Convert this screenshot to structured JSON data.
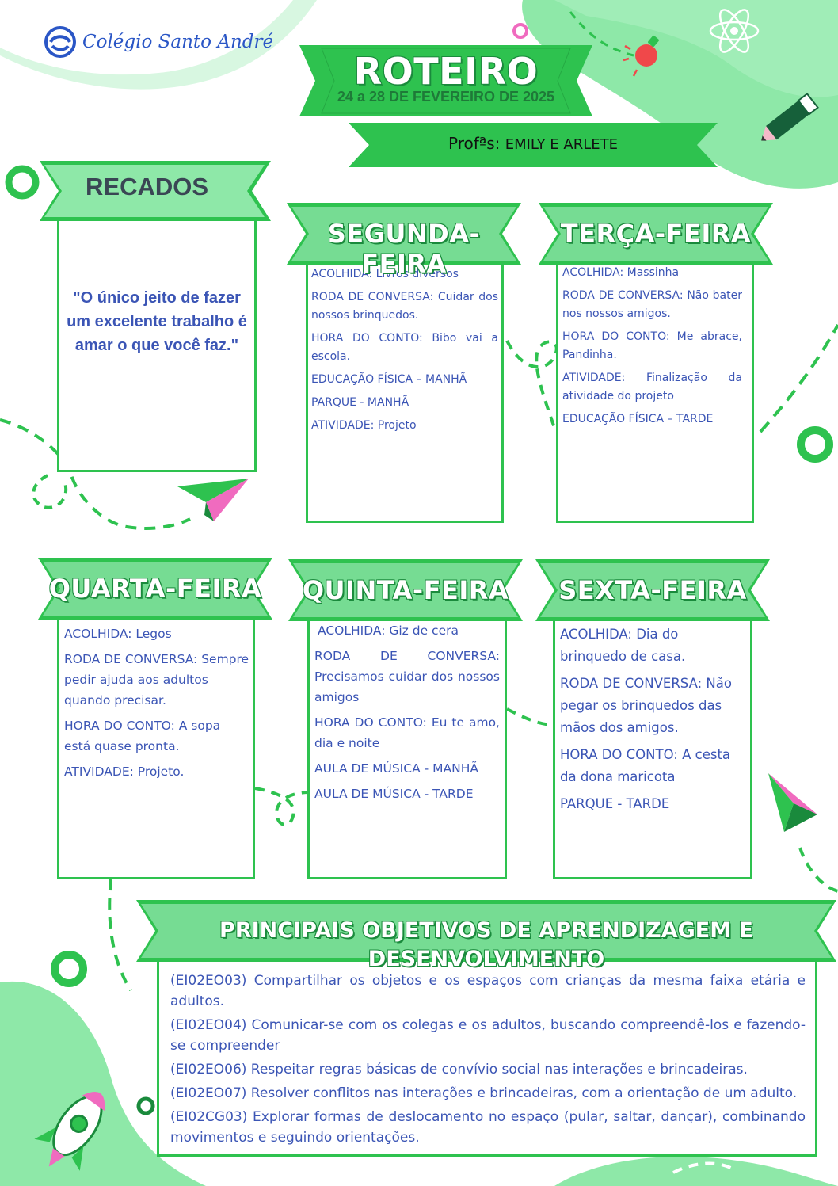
{
  "header": {
    "school_name": "Colégio Santo André",
    "title": "ROTEIRO",
    "date_range": "24 a 28 DE FEVEREIRO DE 2025",
    "teachers_prefix": "Profªs:",
    "teachers_names": "EMILY E ARLETE"
  },
  "recados": {
    "title": "RECADOS",
    "quote": "\"O único jeito de fazer um excelente trabalho é amar o que você faz.\""
  },
  "days": {
    "segunda": {
      "title": "SEGUNDA-FEIRA",
      "items": [
        "ACOLHIDA: Livros diversos",
        "RODA DE CONVERSA: Cuidar dos nossos brinquedos.",
        "HORA DO CONTO: Bibo vai a escola.",
        "EDUCAÇÃO FÍSICA – MANHÃ",
        "PARQUE - MANHÃ",
        "ATIVIDADE: Projeto"
      ]
    },
    "terca": {
      "title": "TERÇA-FEIRA",
      "items": [
        "ACOLHIDA: Massinha",
        "RODA DE CONVERSA: Não bater nos nossos amigos.",
        "HORA DO CONTO: Me abrace, Pandinha.",
        "ATIVIDADE: Finalização da atividade do projeto",
        "EDUCAÇÃO FÍSICA – TARDE"
      ]
    },
    "quarta": {
      "title": "QUARTA-FEIRA",
      "items": [
        "ACOLHIDA: Legos",
        "RODA DE CONVERSA: Sempre pedir ajuda aos adultos quando precisar.",
        "HORA DO CONTO: A sopa está quase pronta.",
        "ATIVIDADE: Projeto."
      ]
    },
    "quinta": {
      "title": "QUINTA-FEIRA",
      "items": [
        "ACOLHIDA: Giz de cera",
        "RODA DE CONVERSA: Precisamos cuidar dos nossos amigos",
        "HORA DO CONTO: Eu te amo, dia e noite",
        "AULA DE MÚSICA - MANHÃ",
        "AULA DE MÚSICA - TARDE"
      ]
    },
    "sexta": {
      "title": "SEXTA-FEIRA",
      "items": [
        "ACOLHIDA: Dia do brinquedo de casa.",
        "RODA DE CONVERSA: Não pegar os brinquedos das mãos dos amigos.",
        "HORA DO CONTO: A cesta da dona maricota",
        "PARQUE - TARDE"
      ]
    }
  },
  "objectives": {
    "title": "PRINCIPAIS OBJETIVOS DE APRENDIZAGEM E DESENVOLVIMENTO",
    "items": [
      "(EI02EO03) Compartilhar os objetos e os espaços com crianças da mesma faixa etária e adultos.",
      "(EI02EO04) Comunicar-se com os colegas e os adultos, buscando compreendê-los e fazendo-se compreender",
      "(EI02EO06) Respeitar regras básicas de convívio social nas interações e brincadeiras.",
      "(EI02EO07) Resolver conflitos nas interações e brincadeiras, com a orientação de um adulto.",
      "(EI02CG03) Explorar formas de deslocamento no espaço (pular, saltar, dançar), combinando movimentos e seguindo orientações."
    ]
  },
  "colors": {
    "green_main": "#2ec24f",
    "green_light": "#8ee8a8",
    "green_ribbon_bg": "#76dc93",
    "text_blue": "#3b55b5",
    "pink": "#f06bbf"
  },
  "icons": [
    "school-logo-icon",
    "atom-icon",
    "lightbulb-icon",
    "pencil-icon",
    "paper-plane-icon",
    "rocket-icon",
    "ring-icon"
  ]
}
